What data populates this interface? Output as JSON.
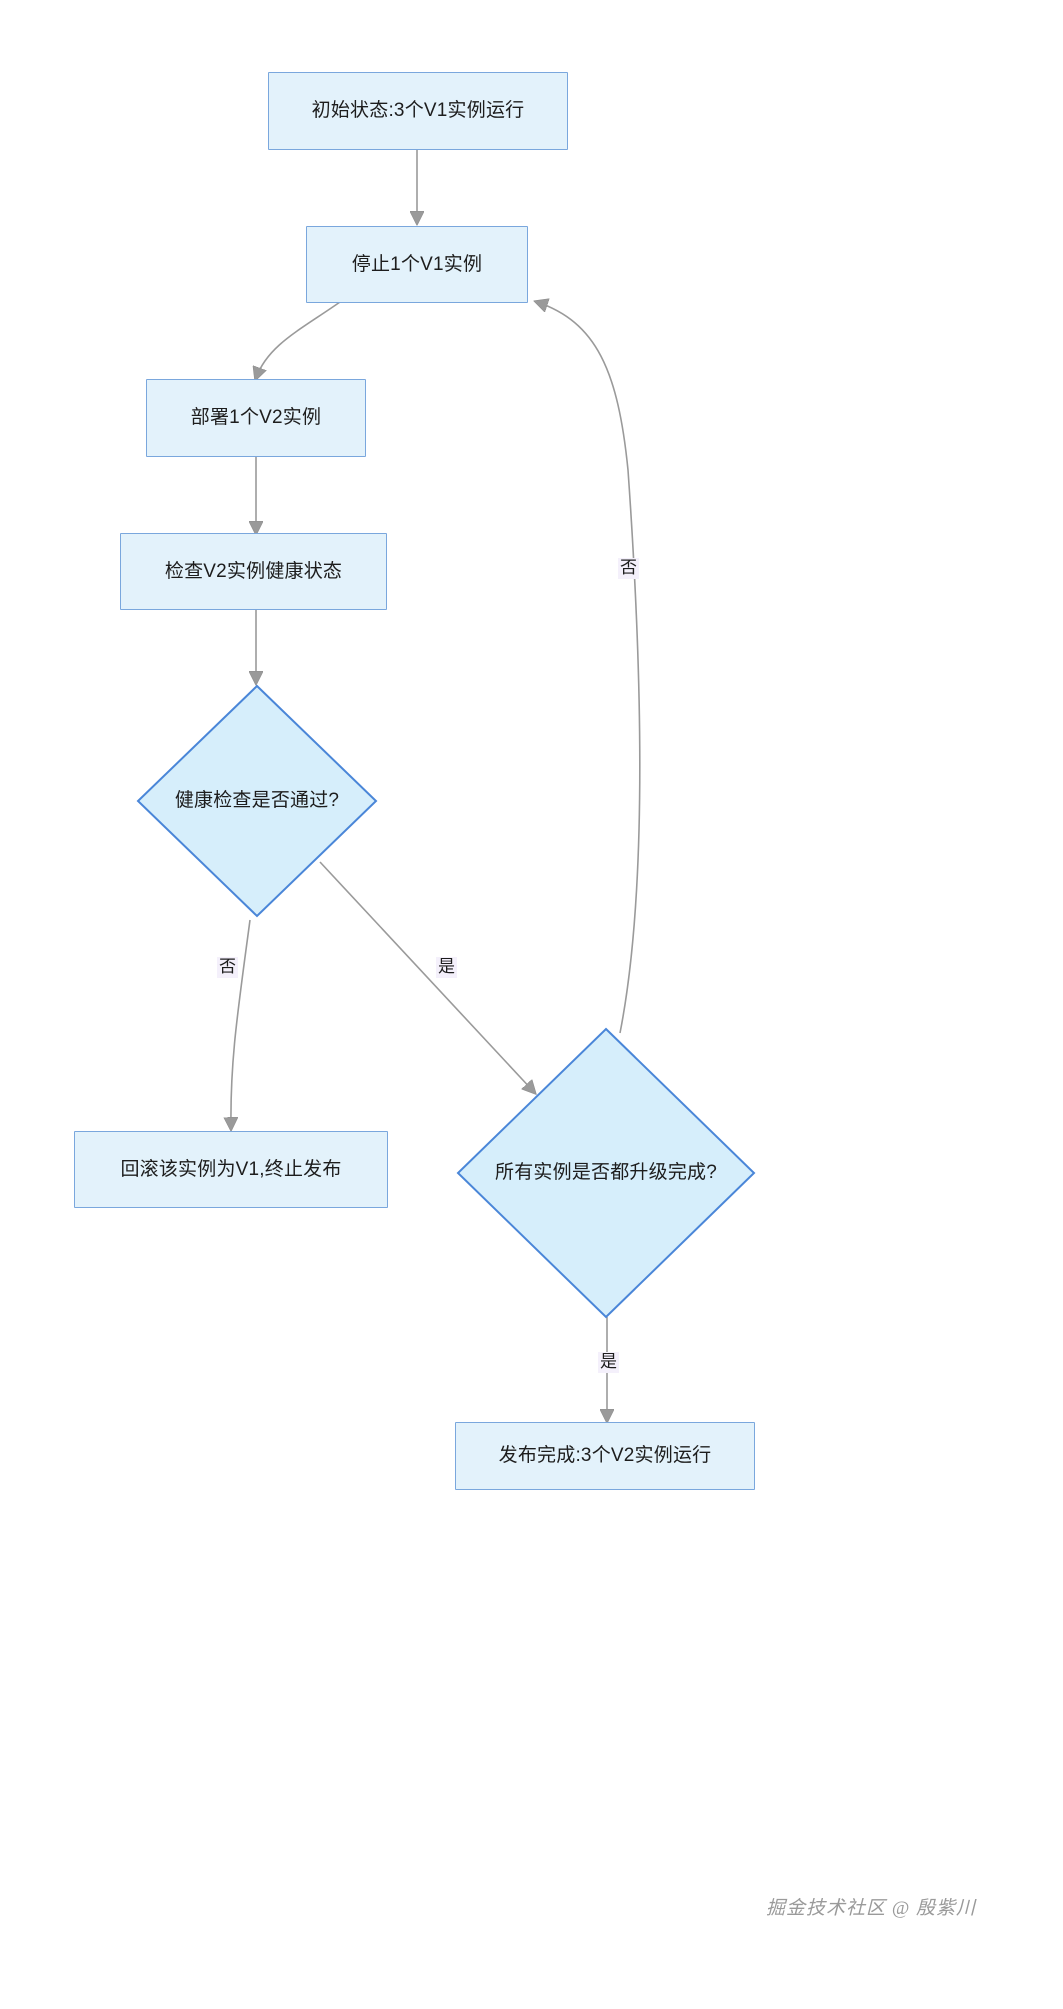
{
  "diagram": {
    "type": "flowchart",
    "direction": "top-down",
    "title": "",
    "theme": {
      "node_fill": "#e3f2fb",
      "node_stroke": "#7aa7dd",
      "edge_stroke": "#9a9a9a",
      "text_color": "#1d1d1d",
      "edge_label_bg": "#f4f0fb",
      "background": "#ffffff"
    },
    "nodes": [
      {
        "id": "start",
        "shape": "rect",
        "label": "初始状态:3个V1实例运行"
      },
      {
        "id": "stop_v1",
        "shape": "rect",
        "label": "停止1个V1实例"
      },
      {
        "id": "deploy_v2",
        "shape": "rect",
        "label": "部署1个V2实例"
      },
      {
        "id": "health_check",
        "shape": "rect",
        "label": "检查V2实例健康状态"
      },
      {
        "id": "health_ok",
        "shape": "diamond",
        "label": "健康检查是否通过?"
      },
      {
        "id": "rollback",
        "shape": "rect",
        "label": "回滚该实例为V1,终止发布"
      },
      {
        "id": "all_done",
        "shape": "diamond",
        "label": "所有实例是否都升级完成?"
      },
      {
        "id": "finish",
        "shape": "rect",
        "label": "发布完成:3个V2实例运行"
      }
    ],
    "edges": [
      {
        "from": "start",
        "to": "stop_v1",
        "label": ""
      },
      {
        "from": "stop_v1",
        "to": "deploy_v2",
        "label": ""
      },
      {
        "from": "deploy_v2",
        "to": "health_check",
        "label": ""
      },
      {
        "from": "health_check",
        "to": "health_ok",
        "label": ""
      },
      {
        "from": "health_ok",
        "to": "rollback",
        "label": "否"
      },
      {
        "from": "health_ok",
        "to": "all_done",
        "label": "是"
      },
      {
        "from": "all_done",
        "to": "stop_v1",
        "label": "否"
      },
      {
        "from": "all_done",
        "to": "finish",
        "label": "是"
      }
    ],
    "edge_labels": {
      "health_no": "否",
      "health_yes": "是",
      "all_done_no": "否",
      "all_done_yes": "是"
    },
    "watermark": "掘金技术社区 @ 殷紫川"
  }
}
